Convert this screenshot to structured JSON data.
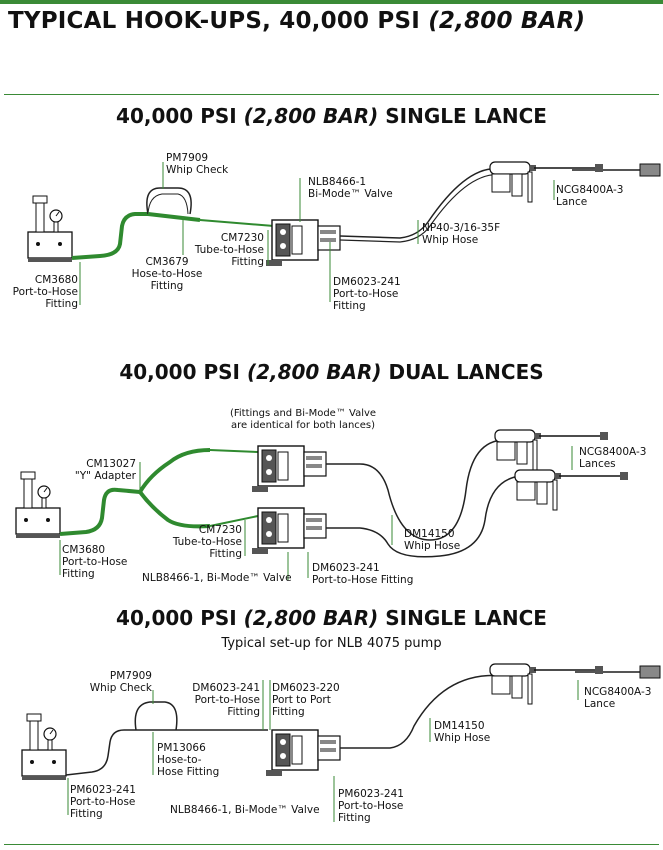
{
  "title": {
    "prefix": "TYPICAL HOOK-UPS, 40,000 PSI ",
    "italic": "(2,800 BAR)"
  },
  "colors": {
    "accent_green": "#3a8a36",
    "hose_green": "#2f8a2f",
    "leader_green": "#3a8a36"
  },
  "sections": [
    {
      "title_prefix": "40,000 PSI ",
      "title_italic": "(2,800 BAR)",
      "title_suffix": " SINGLE LANCE",
      "labels": {
        "whip_check": "PM7909\nWhip Check",
        "bimode_valve": "NLB8466-1\nBi-Mode™ Valve",
        "lance": "NCG8400A-3\nLance",
        "whip_hose": "NP40-3/16-35F\nWhip Hose",
        "tube_to_hose": "CM7230\nTube-to-Hose\nFitting",
        "hose_to_hose": "CM3679\nHose-to-Hose\nFitting",
        "port_to_hose": "CM3680\nPort-to-Hose\nFitting",
        "port_to_hose_dm": "DM6023-241\nPort-to-Hose\nFitting"
      }
    },
    {
      "title_prefix": "40,000 PSI ",
      "title_italic": "(2,800 BAR)",
      "title_suffix": " DUAL LANCES",
      "note": "(Fittings and Bi-Mode™ Valve\nare identical for both lances)",
      "labels": {
        "y_adapter": "CM13027\n\"Y\" Adapter",
        "lances": "NCG8400A-3\nLances",
        "port_to_hose": "CM3680\nPort-to-Hose\nFitting",
        "tube_to_hose": "CM7230\nTube-to-Hose\nFitting",
        "whip_hose": "DM14150\nWhip Hose",
        "bimode_valve": "NLB8466-1, Bi-Mode™ Valve",
        "port_to_hose_dm": "DM6023-241\nPort-to-Hose Fitting"
      }
    },
    {
      "title_prefix": "40,000 PSI ",
      "title_italic": "(2,800 BAR)",
      "title_suffix": " SINGLE LANCE",
      "subtitle": "Typical set-up for NLB 4075 pump",
      "labels": {
        "whip_check": "PM7909\nWhip Check",
        "port_to_hose_dm": "DM6023-241\nPort-to-Hose\nFitting",
        "port_to_port": "DM6023-220\nPort to Port\nFitting",
        "lance": "NCG8400A-3\nLance",
        "whip_hose": "DM14150\nWhip Hose",
        "hose_to_hose": "PM13066\nHose-to-\nHose Fitting",
        "port_to_hose_pm_left": "PM6023-241\nPort-to-Hose\nFitting",
        "bimode_valve": "NLB8466-1, Bi-Mode™ Valve",
        "port_to_hose_pm_right": "PM6023-241\nPort-to-Hose\nFitting"
      }
    }
  ]
}
